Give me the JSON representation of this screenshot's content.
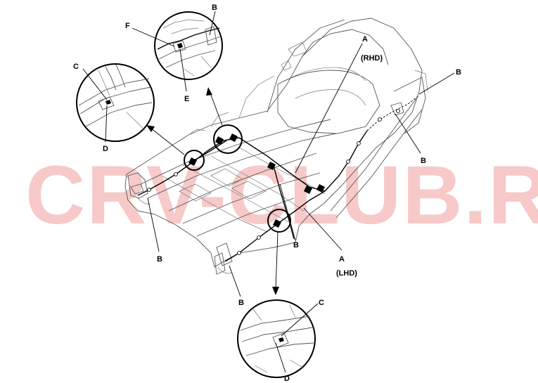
{
  "watermark": "CRV-CLUB.RU",
  "colors": {
    "watermark": "#f7c9c9",
    "lines": "#555555",
    "harness": "#000000",
    "background": "#ffffff"
  },
  "callouts": {
    "a_top": "A",
    "rhd": "(RHD)",
    "a_bottom": "A",
    "lhd": "(LHD)",
    "b_detail_top": "B",
    "b_right_top": "B",
    "b_right_mid": "B",
    "b_left": "B",
    "b_center": "B",
    "b_bottom": "B",
    "c_left": "C",
    "d_left": "D",
    "c_bottom": "C",
    "d_bottom": "D",
    "e_top": "E",
    "f_top": "F"
  }
}
